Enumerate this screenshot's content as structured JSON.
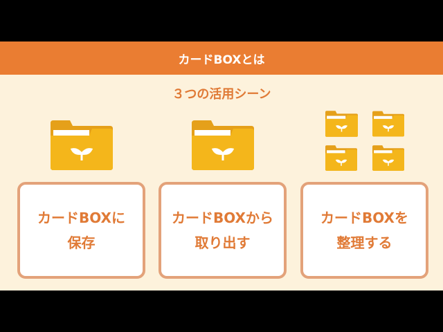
{
  "header": {
    "title": "カードBOXとは"
  },
  "subtitle": "３つの活用シーン",
  "cards": [
    {
      "line1": "カードBOXに",
      "line2": "保存"
    },
    {
      "line1": "カードBOXから",
      "line2": "取り出す"
    },
    {
      "line1": "カードBOXを",
      "line2": "整理する"
    }
  ],
  "colors": {
    "header": "#ea7d32",
    "background": "#fdf2dc",
    "accent": "#e07a36",
    "folder": "#f2b31a",
    "card_border": "#e3a27a"
  }
}
